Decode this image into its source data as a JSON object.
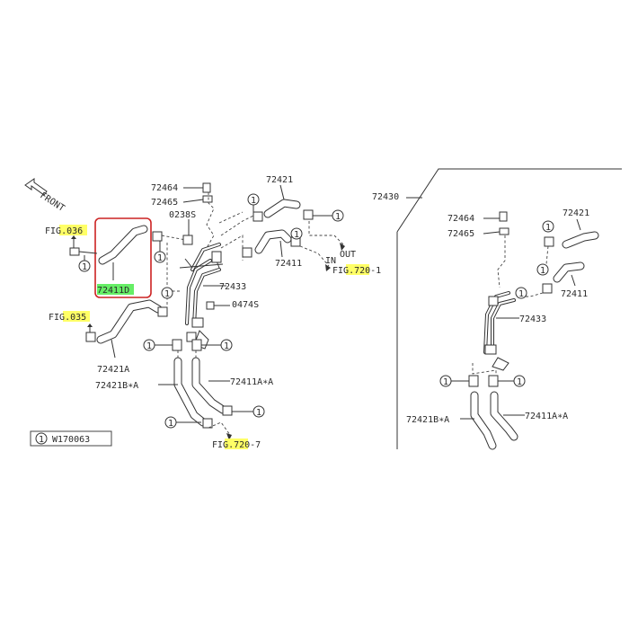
{
  "direction": {
    "front": "FRONT"
  },
  "diagram_code": "W170063",
  "callout_symbol": "1",
  "refs": {
    "fig036": {
      "pre": "FI",
      "hl": "G.036",
      "post": ""
    },
    "fig035": {
      "pre": "FI",
      "hl": "G.035",
      "post": ""
    },
    "fig720_1": {
      "pre": "FI",
      "hl": "G.72",
      "post": "0-1"
    },
    "fig720_7": {
      "pre": "FI",
      "hl": "G.72",
      "post": "0-7"
    }
  },
  "flow": {
    "out": "OUT",
    "in": "IN"
  },
  "parts": {
    "p72464": "72464",
    "p72465": "72465",
    "p0238s": "0238S",
    "p72421": "72421",
    "p72411": "72411",
    "p72411d": "72411D",
    "p72433": "72433",
    "p0474s": "0474S",
    "p72421a": "72421A",
    "p72421ba": "72421B∗A",
    "p72411aa": "72411A∗A",
    "p72430": "72430"
  },
  "highlight": {
    "box_color": "#cc2222",
    "yellow": "#ffff66",
    "green": "#66ee66"
  }
}
